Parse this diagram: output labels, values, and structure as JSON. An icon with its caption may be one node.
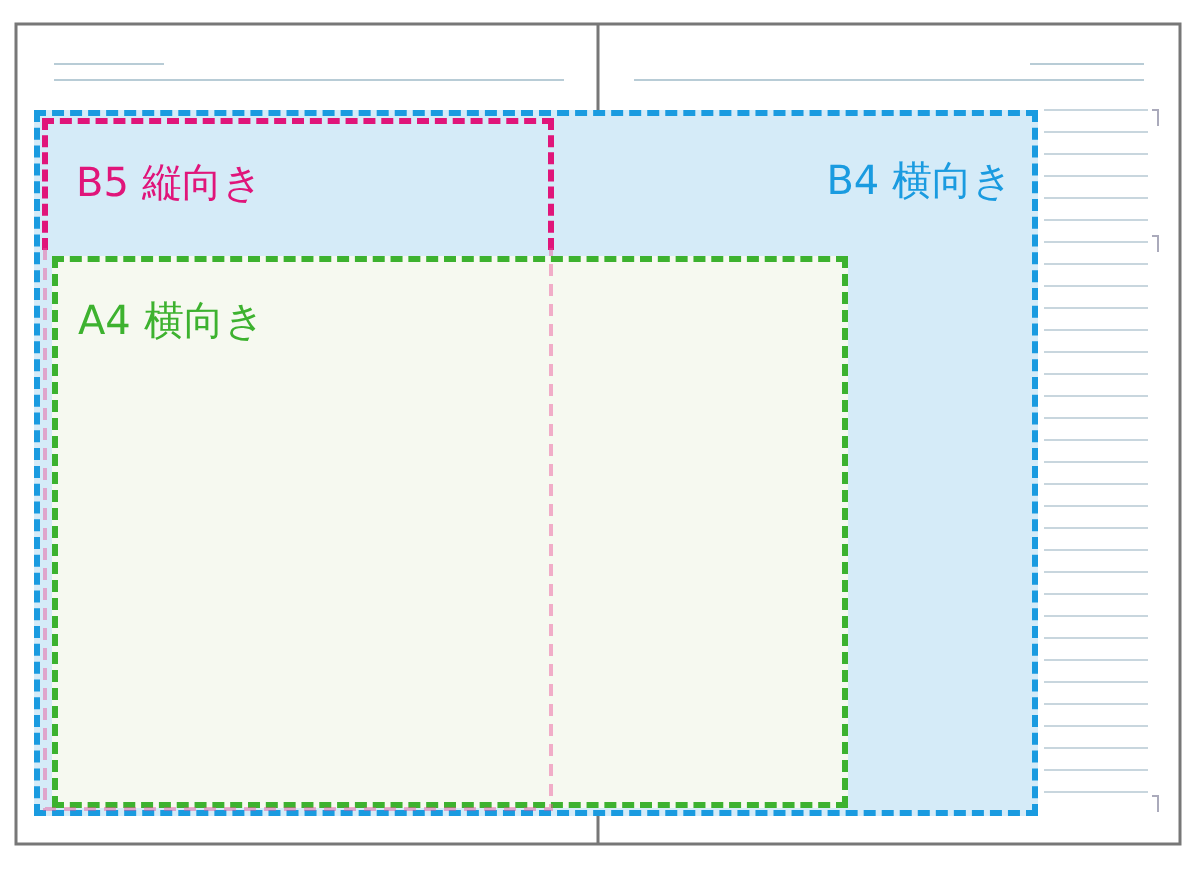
{
  "diagram": {
    "nodes": [
      {
        "text": [
          "B4 横向き"
        ]
      },
      {
        "text": [
          "B5 縦向き"
        ],
        "in": 0
      },
      {
        "text": [
          "A4 横向き"
        ],
        "in": 0
      }
    ]
  }
}
